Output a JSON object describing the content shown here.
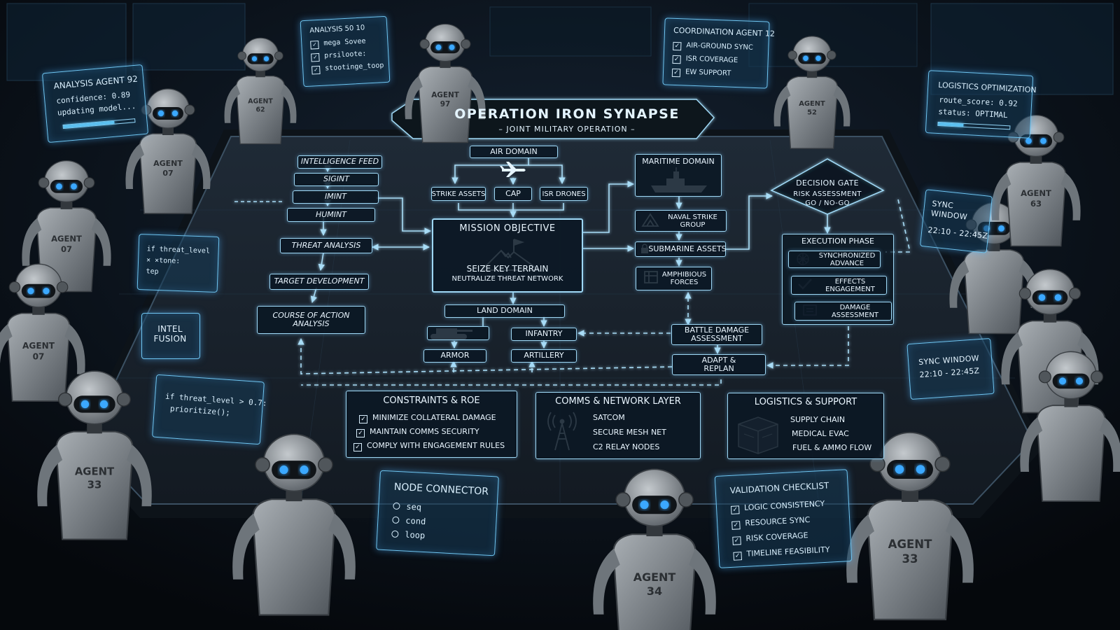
{
  "header": {
    "title": "OPERATION IRON SYNAPSE",
    "subtitle": "– JOINT MILITARY OPERATION –"
  },
  "intel_column": [
    "INTELLIGENCE FEED",
    "SIGINT",
    "IMINT",
    "HUMINT",
    "THREAT ANALYSIS",
    "TARGET DEVELOPMENT",
    "COURSE OF ACTION ANALYSIS"
  ],
  "air_domain": {
    "title": "AIR DOMAIN",
    "assets": [
      "STRIKE ASSETS",
      "CAP",
      "ISR DRONES"
    ]
  },
  "mission": {
    "title": "MISSION OBJECTIVE",
    "line1": "SEIZE KEY TERRAIN",
    "line2": "NEUTRALIZE THREAT NETWORK"
  },
  "land_domain": {
    "title": "LAND DOMAIN",
    "assets": [
      "ARMOR",
      "INFANTRY",
      "ARTILLERY"
    ]
  },
  "maritime_domain": {
    "title": "MARITIME DOMAIN",
    "assets": [
      "NAVAL STRIKE GROUP",
      "SUBMARINE ASSETS",
      "AMPHIBIOUS FORCES"
    ]
  },
  "battle_damage": "BATTLE DAMAGE ASSESSMENT",
  "adapt": "ADAPT & REPLAN",
  "decision_gate": {
    "title": "DECISION GATE",
    "line1": "RISK ASSESSMENT",
    "line2": "GO / NO-GO"
  },
  "execution": {
    "title": "EXECUTION PHASE",
    "items": [
      "SYNCHRONIZED ADVANCE",
      "EFFECTS ENGAGEMENT",
      "DAMAGE ASSESSMENT"
    ]
  },
  "constraints": {
    "title": "CONSTRAINTS & ROE",
    "items": [
      "MINIMIZE COLLATERAL DAMAGE",
      "MAINTAIN COMMS SECURITY",
      "COMPLY WITH ENGAGEMENT RULES"
    ]
  },
  "comms": {
    "title": "COMMS & NETWORK LAYER",
    "items": [
      "SATCOM",
      "SECURE MESH NET",
      "C2 RELAY NODES"
    ]
  },
  "logistics": {
    "title": "LOGISTICS & SUPPORT",
    "items": [
      "SUPPLY CHAIN",
      "MEDICAL EVAC",
      "FUEL & AMMO FLOW"
    ]
  },
  "panels": {
    "analysis92": {
      "title": "ANALYSIS AGENT 92",
      "line1": "confidence: 0.89",
      "line2": "updating model...",
      "progress": 0.72
    },
    "analysis10": {
      "title": "ANALYSIS 50 10",
      "items": [
        "mega Sovee",
        "prsiloote:",
        "stootinge_toop"
      ]
    },
    "coord12": {
      "title": "COORDINATION AGENT 12",
      "items": [
        "AIR-GROUND SYNC",
        "ISR COVERAGE",
        "EW SUPPORT"
      ]
    },
    "logopt": {
      "title": "LOGISTICS OPTIMIZATION",
      "line1": "route_score: 0.92",
      "line2": "status: OPTIMAL",
      "progress": 0.35
    },
    "code_small": {
      "line1": "if threat_level",
      "line2": "× ×tone:",
      "line3": "tep"
    },
    "intel_fusion": "INTEL FUSION",
    "code_big": {
      "line1": "if threat_level > 0.7:",
      "line2": "prioritize();"
    },
    "sync1": {
      "title": "SYNC WINDOW",
      "time": "22:10 - 22:45Z"
    },
    "sync2": {
      "title": "SYNC WINDOW",
      "time": "22:10 - 22:45Z"
    },
    "node_connector": {
      "title": "NODE CONNECTOR",
      "items": [
        "seq",
        "cond",
        "loop"
      ]
    },
    "validation": {
      "title": "VALIDATION CHECKLIST",
      "items": [
        "LOGIC CONSISTENCY",
        "RESOURCE SYNC",
        "RISK COVERAGE",
        "TIMELINE FEASIBILITY"
      ]
    }
  },
  "agents": [
    "AGENT 97",
    "AGENT 62",
    "AGENT 52",
    "AGENT 07",
    "AGENT 63",
    "AGENT 07",
    "AGENT 07",
    "AGENT 33",
    "AGENT 34",
    "AGENT 33"
  ],
  "colors": {
    "background": "#070b10",
    "table": "#1b2530",
    "hologram": "#6fc6f2",
    "glow": "#5cc0f0",
    "text": "#e4f4ff",
    "robot": "#8d949b",
    "robot_eye": "#3aa8ff"
  }
}
